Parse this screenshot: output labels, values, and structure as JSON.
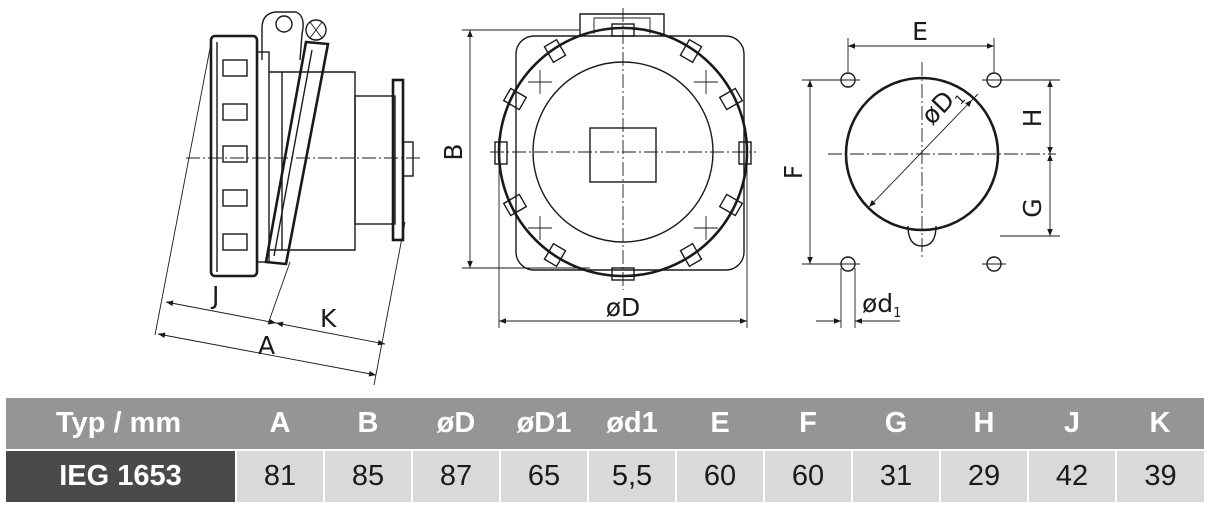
{
  "diagram": {
    "dimension_labels": {
      "A": "A",
      "B": "B",
      "D": "ød",
      "E": "E",
      "F": "F",
      "G": "G",
      "H": "H",
      "J": "J",
      "K": "K",
      "D1_main": "øD",
      "D1_sub": "1",
      "d1_main": "ød",
      "d1_sub": "1"
    }
  },
  "table": {
    "headers": [
      "Typ / mm",
      "A",
      "B",
      "øD",
      "øD1",
      "ød1",
      "E",
      "F",
      "G",
      "H",
      "J",
      "K"
    ],
    "rows": [
      [
        "IEG 1653",
        "81",
        "85",
        "87",
        "65",
        "5,5",
        "60",
        "60",
        "31",
        "29",
        "42",
        "39"
      ]
    ]
  }
}
